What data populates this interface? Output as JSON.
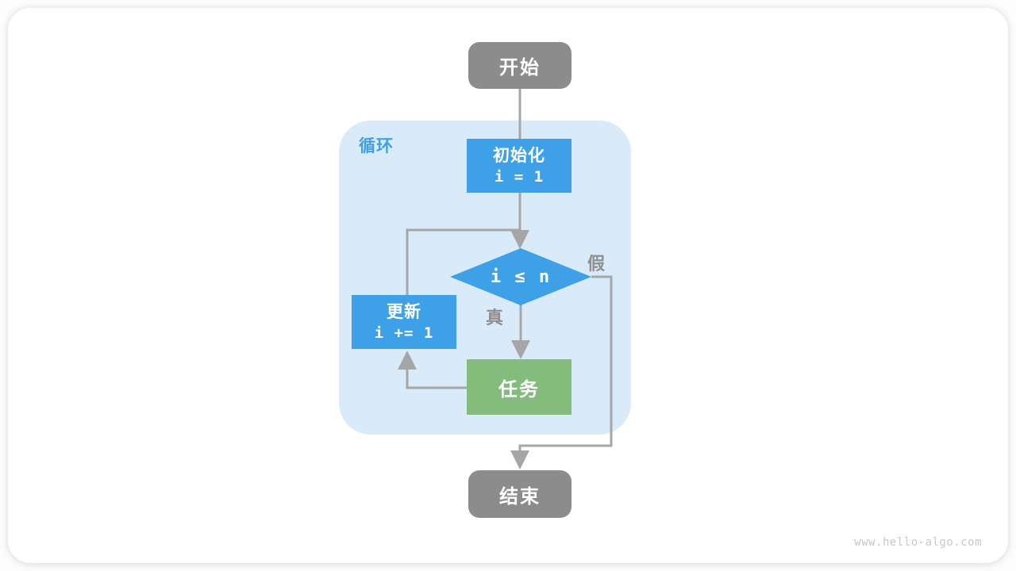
{
  "watermark": "www.hello-algo.com",
  "flowchart": {
    "loop_container": {
      "label": "循环"
    },
    "nodes": {
      "start": {
        "label": "开始"
      },
      "init": {
        "label": "初始化",
        "code": "i = 1"
      },
      "condition": {
        "code": "i ≤ n"
      },
      "update": {
        "label": "更新",
        "code": "i += 1"
      },
      "task": {
        "label": "任务"
      },
      "end": {
        "label": "结束"
      }
    },
    "edges": {
      "true_label": "真",
      "false_label": "假"
    },
    "colors": {
      "node_blue": "#3EA1E8",
      "loop_background": "#D9EAF8",
      "node_green": "#84BC7E",
      "node_gray": "#8C8C8C",
      "line_gray": "#A6A6A6",
      "branch_label_gray": "#8F8F8F"
    }
  }
}
